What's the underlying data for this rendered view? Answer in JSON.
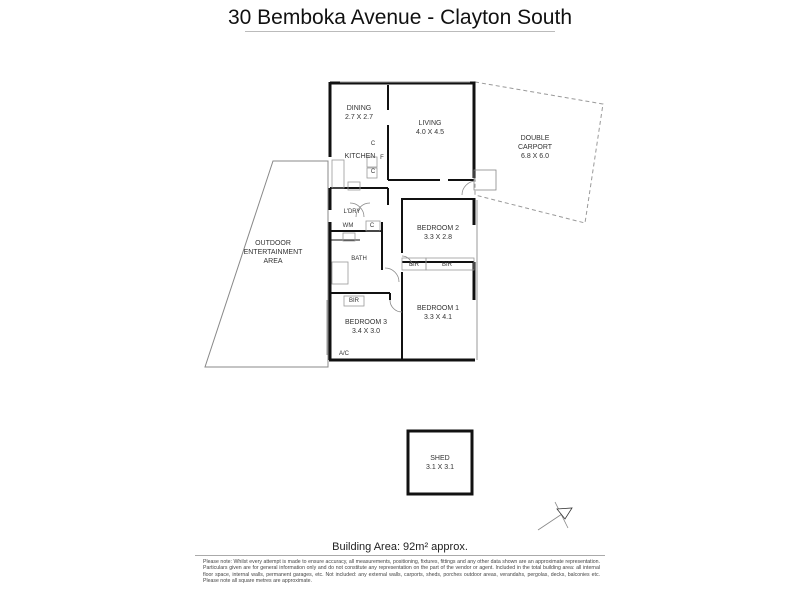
{
  "header": {
    "title": "30 Bemboka Avenue - Clayton South"
  },
  "rooms": {
    "dining": {
      "name": "DINING",
      "size": "2.7 X 2.7"
    },
    "living": {
      "name": "LIVING",
      "size": "4.0 X 4.5"
    },
    "kitchen": {
      "name": "KITCHEN"
    },
    "laundry": {
      "name": "L'DRY"
    },
    "bath": {
      "name": "BATH"
    },
    "bedroom2": {
      "name": "BEDROOM 2",
      "size": "3.3 X 2.8"
    },
    "bedroom1": {
      "name": "BEDROOM 1",
      "size": "3.3 X 4.1"
    },
    "bedroom3": {
      "name": "BEDROOM 3",
      "size": "3.4 X 3.0"
    },
    "carport": {
      "name": "DOUBLE CARPORT",
      "line1": "DOUBLE",
      "line2": "CARPORT",
      "size": "6.8 X 6.0"
    },
    "outdoor": {
      "line1": "OUTDOOR",
      "line2": "ENTERTAINMENT",
      "line3": "AREA"
    },
    "shed": {
      "name": "SHED",
      "size": "3.1 X 3.1"
    }
  },
  "fixtures": {
    "cupboard": "C",
    "fridge": "F",
    "washing_machine": "WM",
    "built_in_robe": "BIR",
    "air_con": "A/C"
  },
  "footer": {
    "building_area": "Building Area: 92m² approx.",
    "disclaimer": "Please note: Whilst every attempt is made to ensure accuracy, all measurements, positioning, fixtures, fittings and any other data shown are an approximate representation. Particulars given are for general information only and do not constitute any representation on the part of the vendor or agent. Included in the total building area: all internal floor space, internal walls, permanent garages, etc. Not included: any external walls, carports, sheds, porches outdoor areas, verandahs, pergolas, decks, balconies etc. Please note all square metres are approximate."
  },
  "colors": {
    "wall": "#111111",
    "dashed": "#999999",
    "thin": "#888888"
  }
}
